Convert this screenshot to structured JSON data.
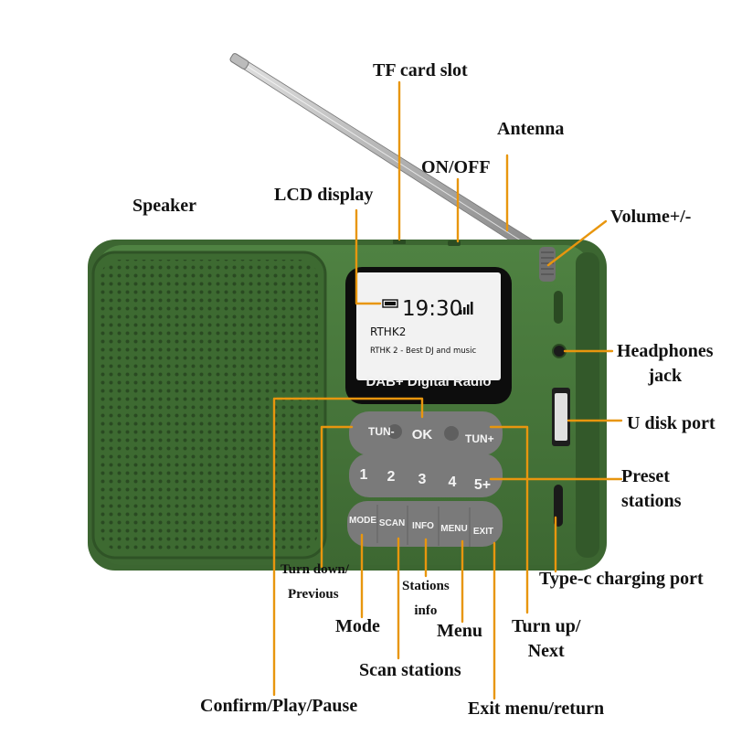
{
  "display": {
    "time": "19:30",
    "station": "RTHK2",
    "ticker": "RTHK 2 - Best DJ and music",
    "brand": "DAB+ Digital Radio"
  },
  "buttons": {
    "tun_minus": "TUN-",
    "ok": "OK",
    "tun_plus": "TUN+",
    "presets": [
      "1",
      "2",
      "3",
      "4",
      "5+"
    ],
    "mode": "MODE",
    "scan": "SCAN",
    "info": "INFO",
    "menu": "MENU",
    "exit": "EXIT"
  },
  "labels": {
    "tf_card_slot": "TF card slot",
    "antenna": "Antenna",
    "on_off": "ON/OFF",
    "lcd_display": "LCD display",
    "speaker": "Speaker",
    "volume": "Volume+/-",
    "headphones": [
      "Headphones",
      "jack"
    ],
    "u_disk": "U disk port",
    "preset": [
      "Preset",
      "stations"
    ],
    "type_c": "Type-c charging port",
    "turn_down": [
      "Turn down/",
      "Previous"
    ],
    "stations_info": [
      "Stations",
      "info"
    ],
    "mode": "Mode",
    "menu": "Menu",
    "turn_up": [
      "Turn up/",
      "Next"
    ],
    "scan_stations": "Scan stations",
    "confirm": "Confirm/Play/Pause",
    "exit": "Exit menu/return"
  },
  "colors": {
    "body": "#4a7a3c",
    "body_dark": "#35602a",
    "grille": "#3f6b33",
    "button": "#7a7a7a",
    "leader": "#e8960e",
    "bezel": "#111111",
    "screen": "#f2f2f2"
  }
}
